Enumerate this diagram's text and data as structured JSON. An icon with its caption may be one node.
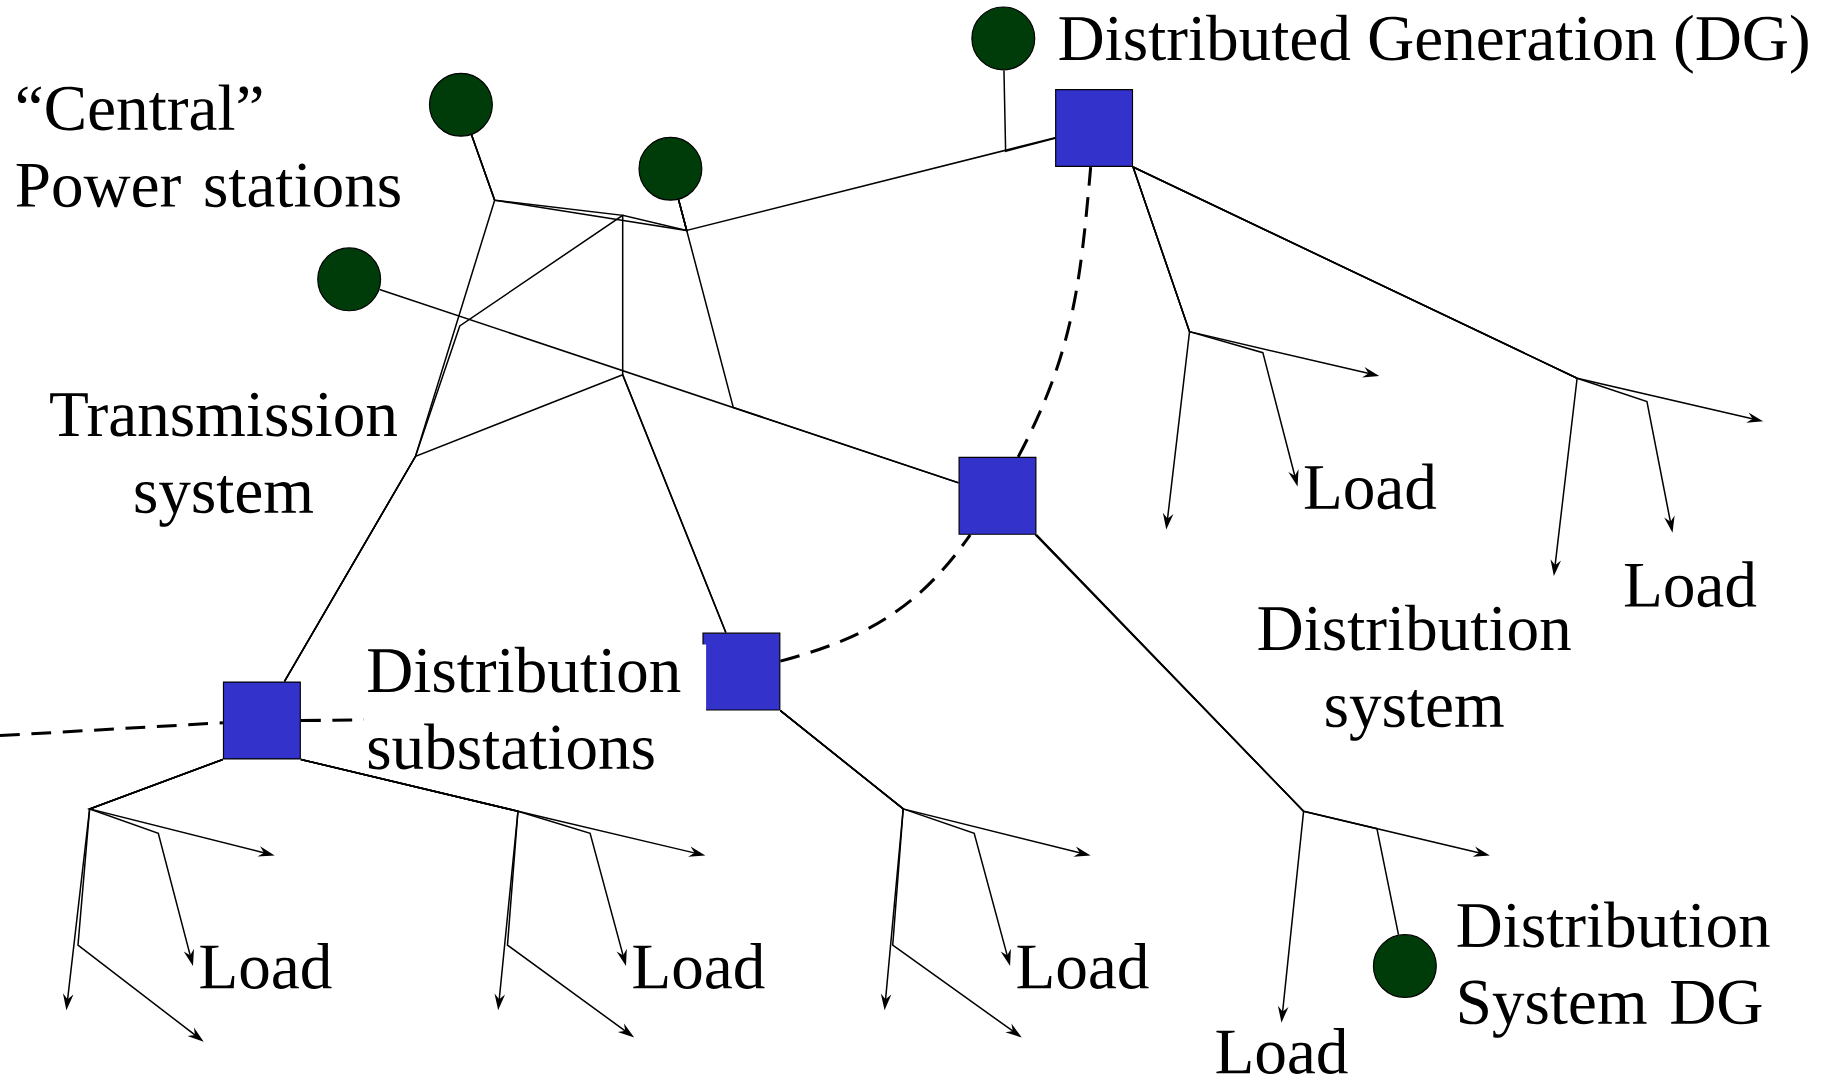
{
  "diagram": {
    "nodes": [
      {
        "text": [],
        "shape": "circle"
      },
      {
        "text": [],
        "shape": "circle"
      },
      {
        "text": [],
        "shape": "circle"
      },
      {
        "text": [],
        "shape": "circle",
        "beside": [
          "Distributed Generation (DG)"
        ]
      },
      {
        "text": [],
        "shape": "box"
      },
      {
        "text": [],
        "shape": "box"
      },
      {
        "text": [],
        "shape": "box"
      },
      {
        "text": [],
        "shape": "box"
      },
      {
        "text": [],
        "shape": "circle",
        "beside": [
          "Distribution System DG"
        ]
      },
      {
        "text": [
          "Load"
        ]
      },
      {
        "text": [
          "Load"
        ]
      },
      {
        "text": [
          "Load"
        ]
      },
      {
        "text": [
          "Load"
        ]
      },
      {
        "text": [
          "Load"
        ]
      },
      {
        "text": [
          "Load"
        ]
      }
    ],
    "edges": [
      {
        "from": 0,
        "to": 7,
        "arrow": "none"
      },
      {
        "from": 1,
        "to": 4,
        "arrow": "none"
      },
      {
        "from": 2,
        "to": 5,
        "arrow": "none"
      },
      {
        "from": 0,
        "to": 1,
        "arrow": "none"
      },
      {
        "from": 0,
        "to": 6,
        "arrow": "none"
      },
      {
        "from": 7,
        "to": 6,
        "arrow": "none"
      },
      {
        "from": 7,
        "to": 1,
        "arrow": "none"
      },
      {
        "from": 1,
        "to": 5,
        "arrow": "none"
      },
      {
        "from": 3,
        "to": 4,
        "arrow": "none"
      },
      {
        "from": 5,
        "to": 8,
        "arrow": "none"
      },
      {
        "from": null,
        "to": 7,
        "arrow": "none",
        "style": "dashed"
      },
      {
        "from": 7,
        "to": 6,
        "arrow": "none",
        "style": "dashed"
      },
      {
        "from": 6,
        "to": 5,
        "arrow": "none",
        "style": "dashed"
      },
      {
        "from": 5,
        "to": 4,
        "arrow": "none",
        "style": "dashed"
      },
      {
        "from": 4,
        "to": null,
        "arrow": "to"
      },
      {
        "from": 4,
        "to": null,
        "arrow": "to"
      },
      {
        "from": 4,
        "to": 9,
        "arrow": "to"
      },
      {
        "from": 4,
        "to": null,
        "arrow": "to"
      },
      {
        "from": 4,
        "to": null,
        "arrow": "to"
      },
      {
        "from": 4,
        "to": 10,
        "arrow": "to"
      },
      {
        "from": 5,
        "to": null,
        "arrow": "to"
      },
      {
        "from": 5,
        "to": 14,
        "arrow": "to"
      },
      {
        "from": 6,
        "to": null,
        "arrow": "to"
      },
      {
        "from": 6,
        "to": null,
        "arrow": "to"
      },
      {
        "from": 6,
        "to": 13,
        "arrow": "to"
      },
      {
        "from": 6,
        "to": 13,
        "arrow": "to"
      },
      {
        "from": 7,
        "to": null,
        "arrow": "to"
      },
      {
        "from": 7,
        "to": null,
        "arrow": "to"
      },
      {
        "from": 7,
        "to": 11,
        "arrow": "to"
      },
      {
        "from": 7,
        "to": null,
        "arrow": "to"
      },
      {
        "from": 7,
        "to": null,
        "arrow": "to"
      },
      {
        "from": 7,
        "to": null,
        "arrow": "to"
      },
      {
        "from": 7,
        "to": 12,
        "arrow": "to"
      },
      {
        "from": 7,
        "to": 12,
        "arrow": "to"
      }
    ],
    "labels": [
      "“Central” Power stations",
      "Transmission system",
      "Distribution system",
      "Distribution substations"
    ]
  }
}
